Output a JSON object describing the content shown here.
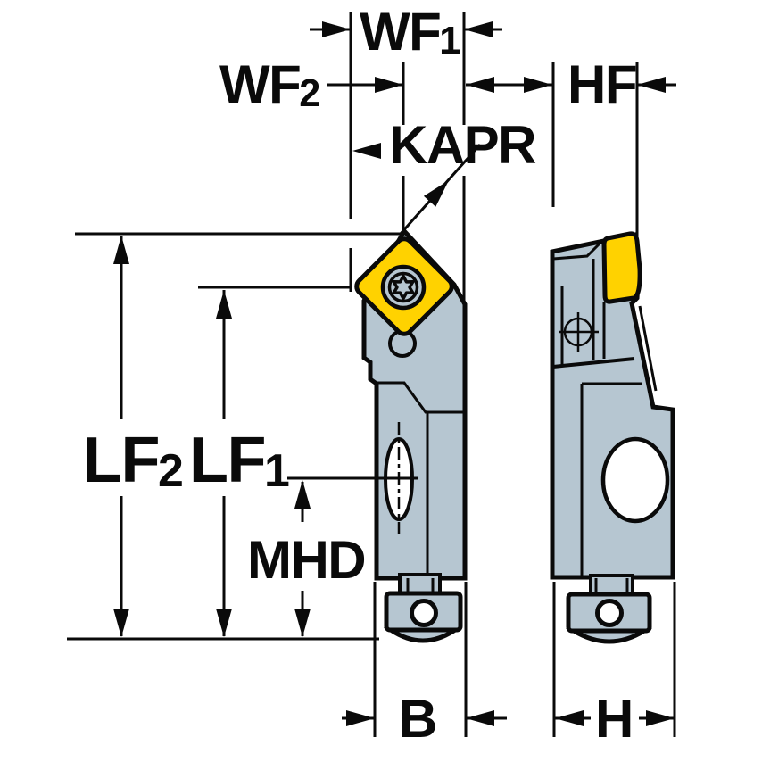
{
  "labels": {
    "wf1": {
      "main": "WF",
      "sub": "1"
    },
    "wf2": {
      "main": "WF",
      "sub": "2"
    },
    "hf": {
      "main": "HF",
      "sub": ""
    },
    "kapr": {
      "main": "KAPR",
      "sub": ""
    },
    "lf2": {
      "main": "LF",
      "sub": "2"
    },
    "lf1": {
      "main": "LF",
      "sub": "1"
    },
    "mhd": {
      "main": "MHD",
      "sub": ""
    },
    "b": {
      "main": "B",
      "sub": ""
    },
    "h": {
      "main": "H",
      "sub": ""
    }
  },
  "colors": {
    "insert_yellow": "#FFD200",
    "body_gray": "#B6C6D1",
    "line_black": "#0A0A0A",
    "background": "#FFFFFF"
  }
}
